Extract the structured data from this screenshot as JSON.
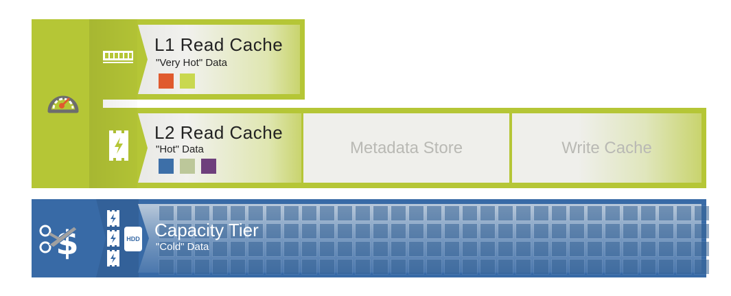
{
  "colors": {
    "performance_green": "#b5c636",
    "capacity_blue": "#386aa6",
    "swatch_orange": "#e05a2e",
    "swatch_lime": "#c9d84f",
    "swatch_blue": "#3d6fa8",
    "swatch_sage": "#bcc79a",
    "swatch_purple": "#6e3f7c"
  },
  "performance_tier": {
    "icon": "speedometer-icon",
    "l1": {
      "icon": "ram-module-icon",
      "title": "L1 Read Cache",
      "subtitle": "\"Very Hot\" Data",
      "swatches": [
        "#e05a2e",
        "#c9d84f"
      ]
    },
    "l2": {
      "icon": "flash-ssd-icon",
      "title": "L2 Read Cache",
      "subtitle": "\"Hot\" Data",
      "swatches": [
        "#3d6fa8",
        "#bcc79a",
        "#6e3f7c"
      ]
    },
    "metadata_label": "Metadata Store",
    "write_cache_label": "Write Cache"
  },
  "capacity_tier": {
    "icon": "cost-cut-icon",
    "drive_icons": [
      "flash-ssd-icon",
      "flash-ssd-icon",
      "flash-ssd-icon",
      "hdd-icon"
    ],
    "hdd_label": "HDD",
    "title": "Capacity Tier",
    "subtitle": "\"Cold\" Data",
    "grid": {
      "rows": 4,
      "cols": 31
    }
  }
}
